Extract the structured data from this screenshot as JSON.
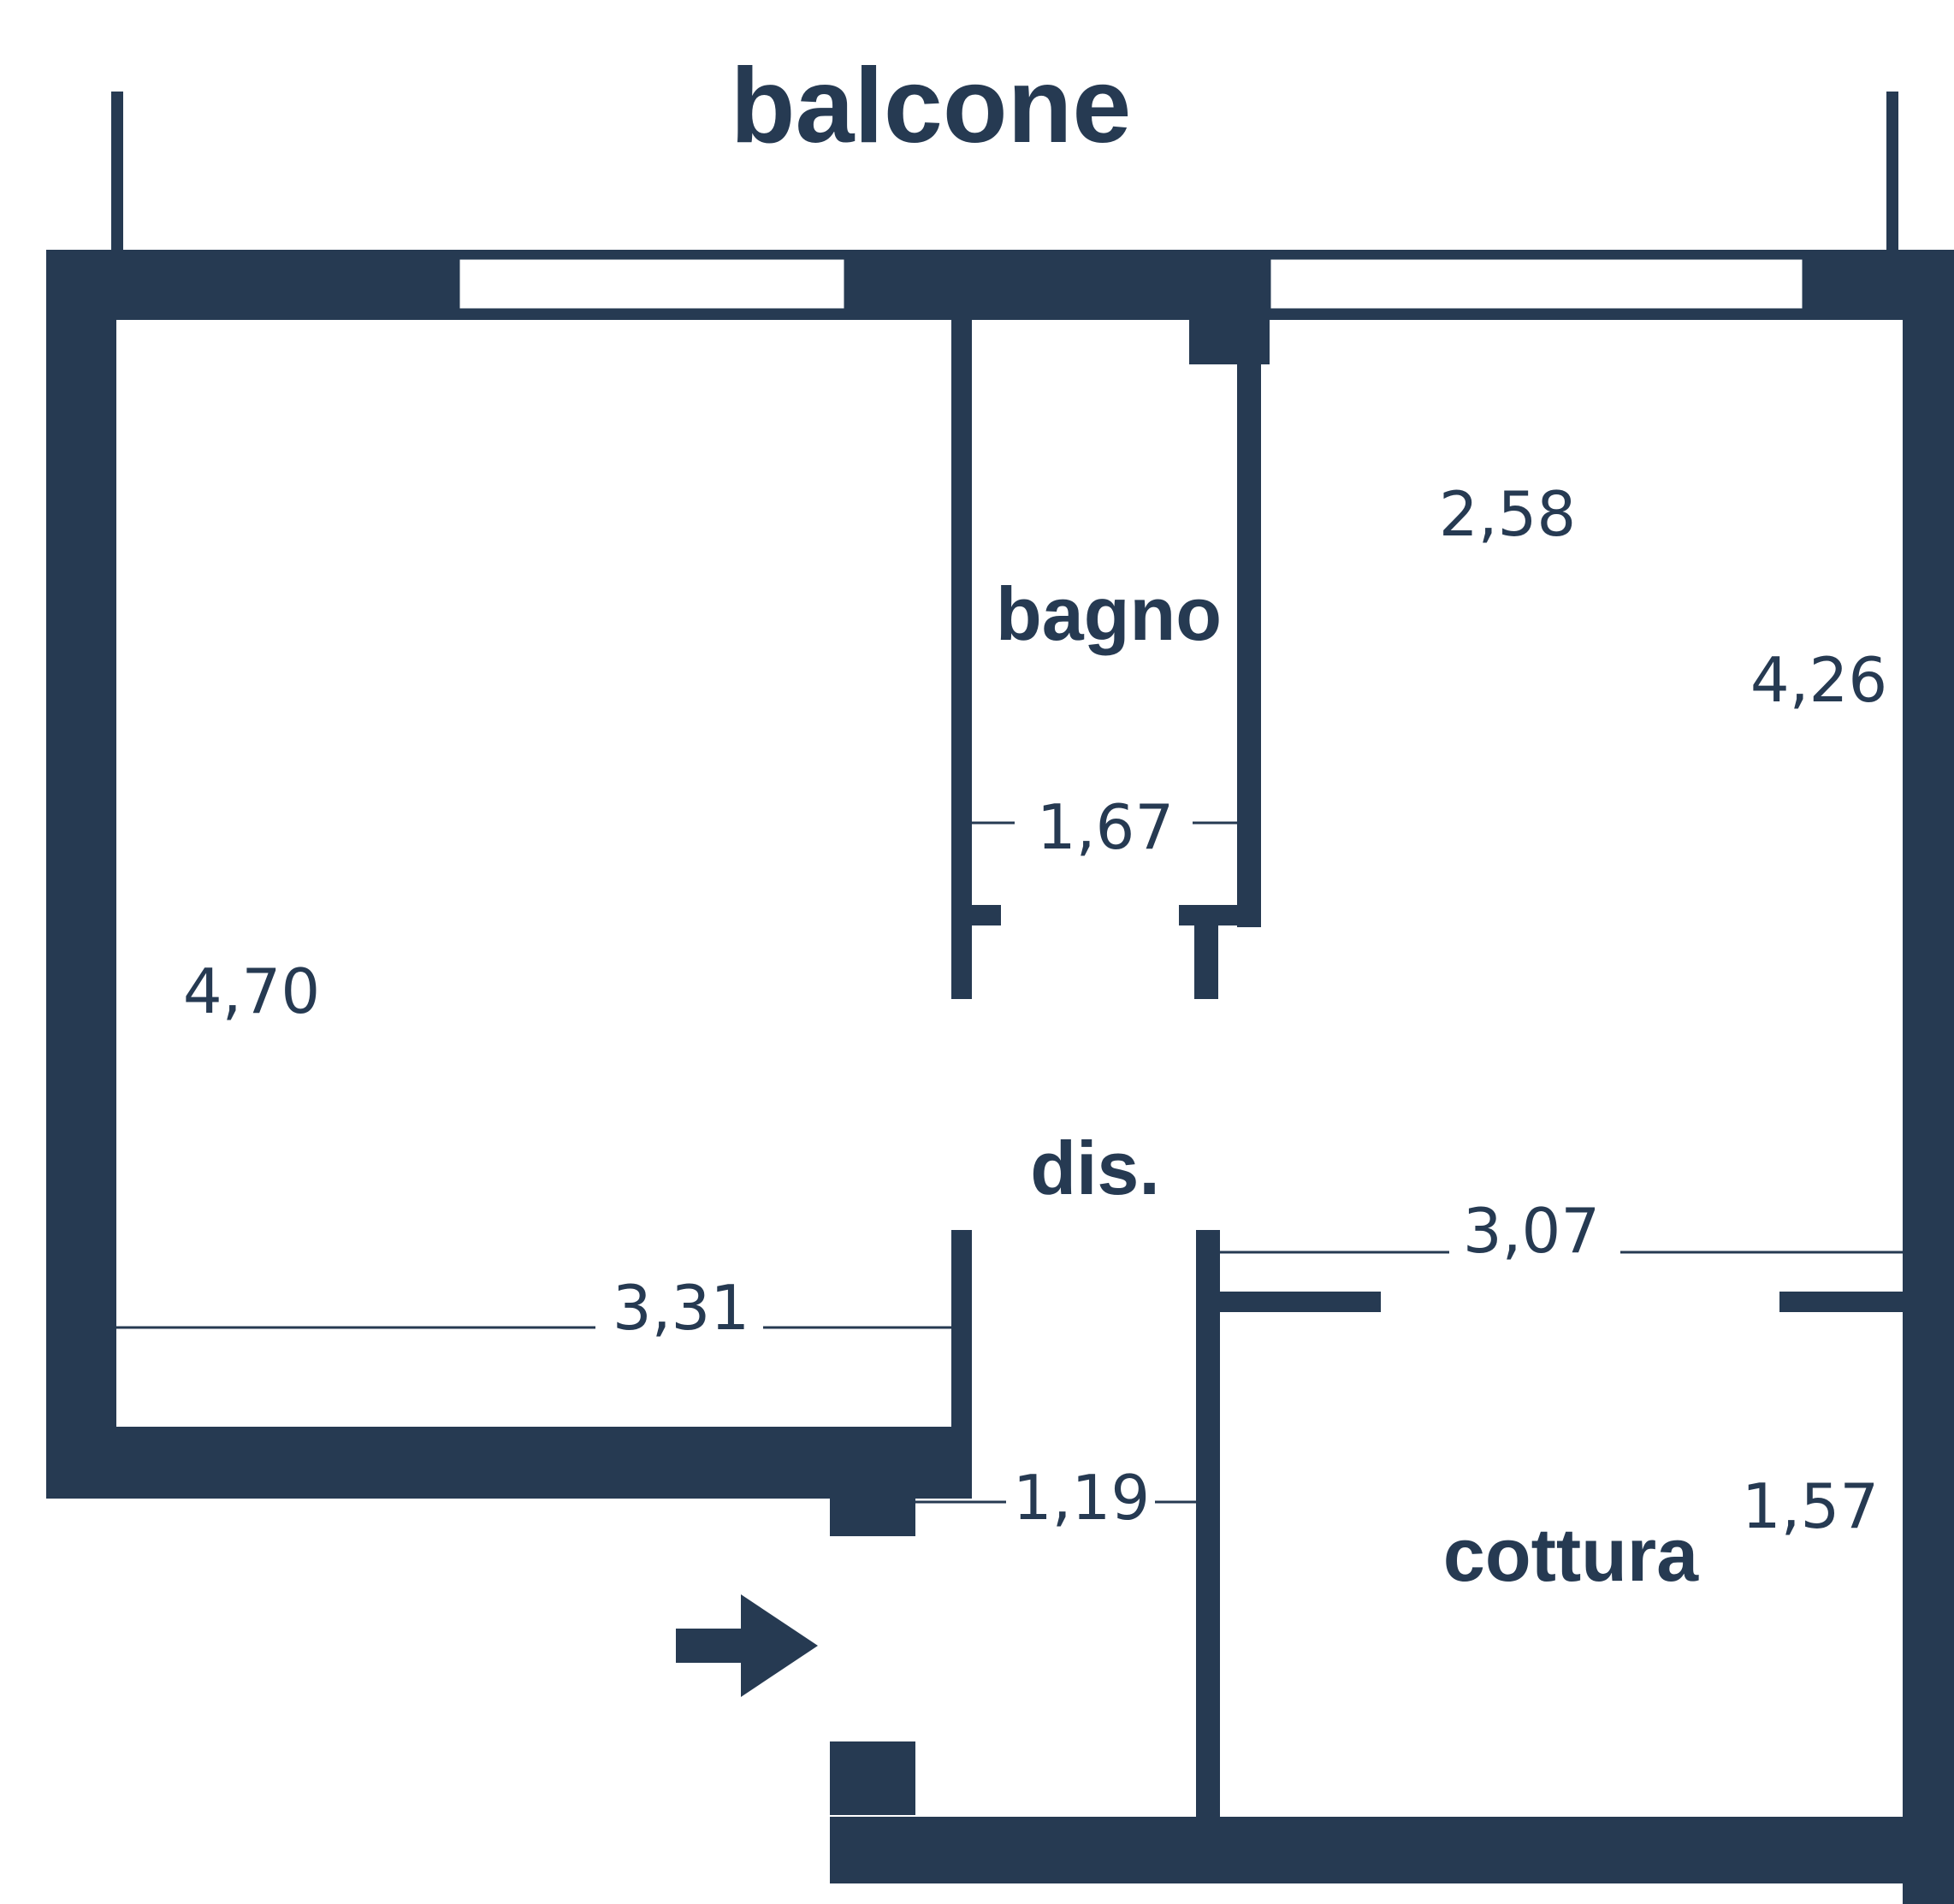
{
  "title": "",
  "colors": {
    "wall": "#263a52",
    "background": "#ffffff"
  },
  "rooms": {
    "balcone": "balcone",
    "bagno": "bagno",
    "dis": "dis.",
    "cottura": "cottura"
  },
  "dimensions": {
    "left_room_height": "4,70",
    "left_room_width": "3,31",
    "bagno_width": "1,67",
    "right_room_width": "2,58",
    "right_room_height": "4,26",
    "corridor_width": "1,19",
    "cottura_width": "3,07",
    "cottura_height": "1,57"
  },
  "icons": {
    "entrance": "entrance-arrow-icon"
  }
}
